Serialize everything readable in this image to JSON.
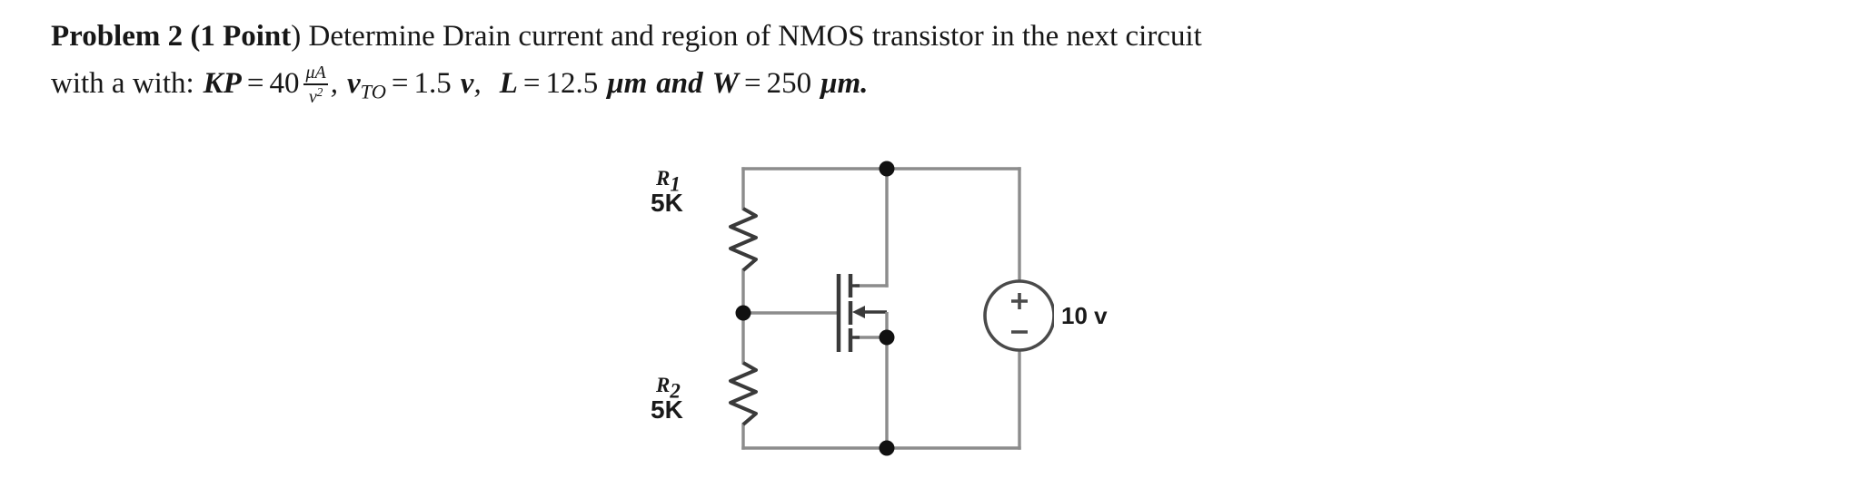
{
  "problem": {
    "title_bold": "Problem 2 (1 Point",
    "title_tail": ") Determine Drain current and region of NMOS transistor  in the next circuit",
    "line2_prefix": "with a with:",
    "params": {
      "kp_symbol": "KP",
      "kp_eq": "=",
      "kp_value": "40",
      "kp_unit_numer": "μA",
      "kp_unit_denom_base": "v",
      "kp_unit_denom_exp": "2",
      "comma1": ",",
      "vto_symbol": "v",
      "vto_sub": "TO",
      "vto_eq": "=",
      "vto_value": "1.5",
      "vto_unit": "v",
      "comma2": ",",
      "l_symbol": "L",
      "l_eq": "=",
      "l_value": "12.5",
      "l_unit": "μm",
      "and_word": "and",
      "w_symbol": "W",
      "w_eq": "=",
      "w_value": "250",
      "w_unit": "μm",
      "period": "."
    }
  },
  "circuit": {
    "type": "nmos-bias-divider",
    "wire_color": "#8c8c8c",
    "node_color": "#111111",
    "symbol_color": "#3a3a3a",
    "components": {
      "r1": {
        "name": "R",
        "sub": "1",
        "value": "5K"
      },
      "r2": {
        "name": "R",
        "sub": "2",
        "value": "5K"
      },
      "source": {
        "value": "10 v",
        "plus": "+",
        "minus": "−"
      },
      "transistor": {
        "kind": "NMOS",
        "arrow": "body-arrow-left"
      }
    },
    "nodes": [
      {
        "name": "top-supply-node"
      },
      {
        "name": "gate-divider-node"
      },
      {
        "name": "source-ground-node"
      },
      {
        "name": "drain-node"
      }
    ]
  }
}
